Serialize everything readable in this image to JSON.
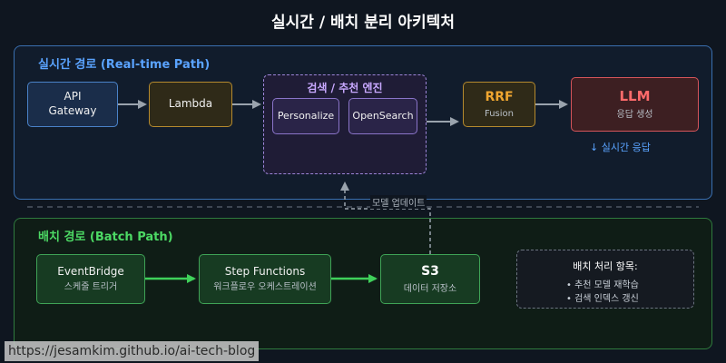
{
  "title": "실시간 / 배치 분리 아키텍처",
  "realtime": {
    "label": "실시간 경로 (Real-time Path)",
    "api_gateway": "API\nGateway",
    "lambda": "Lambda",
    "engine": {
      "title": "검색 / 추천 엔진",
      "personalize": "Personalize",
      "opensearch": "OpenSearch"
    },
    "rrf": {
      "name": "RRF",
      "sub": "Fusion"
    },
    "llm": {
      "name": "LLM",
      "sub": "응답 생성"
    },
    "response_note": "↓ 실시간 응답"
  },
  "update_label": "모델 업데이트",
  "batch": {
    "label": "배치 경로 (Batch Path)",
    "eventbridge": {
      "name": "EventBridge",
      "sub": "스케줄 트리거"
    },
    "step_functions": {
      "name": "Step Functions",
      "sub": "워크플로우 오케스트레이션"
    },
    "s3": {
      "name": "S3",
      "sub": "데이터 저장소"
    },
    "info": {
      "title": "배치 처리 항목:",
      "items": [
        "• 추천 모델 재학습",
        "• 검색 인덱스 갱신"
      ]
    }
  },
  "watermark": "https://jesamkim.github.io/ai-tech-blog",
  "colors": {
    "realtime_accent": "#5aa3ff",
    "batch_accent": "#4cd964",
    "rrf": "#f0a630",
    "llm": "#ff6b6b",
    "engine_title": "#c8a8ff"
  }
}
